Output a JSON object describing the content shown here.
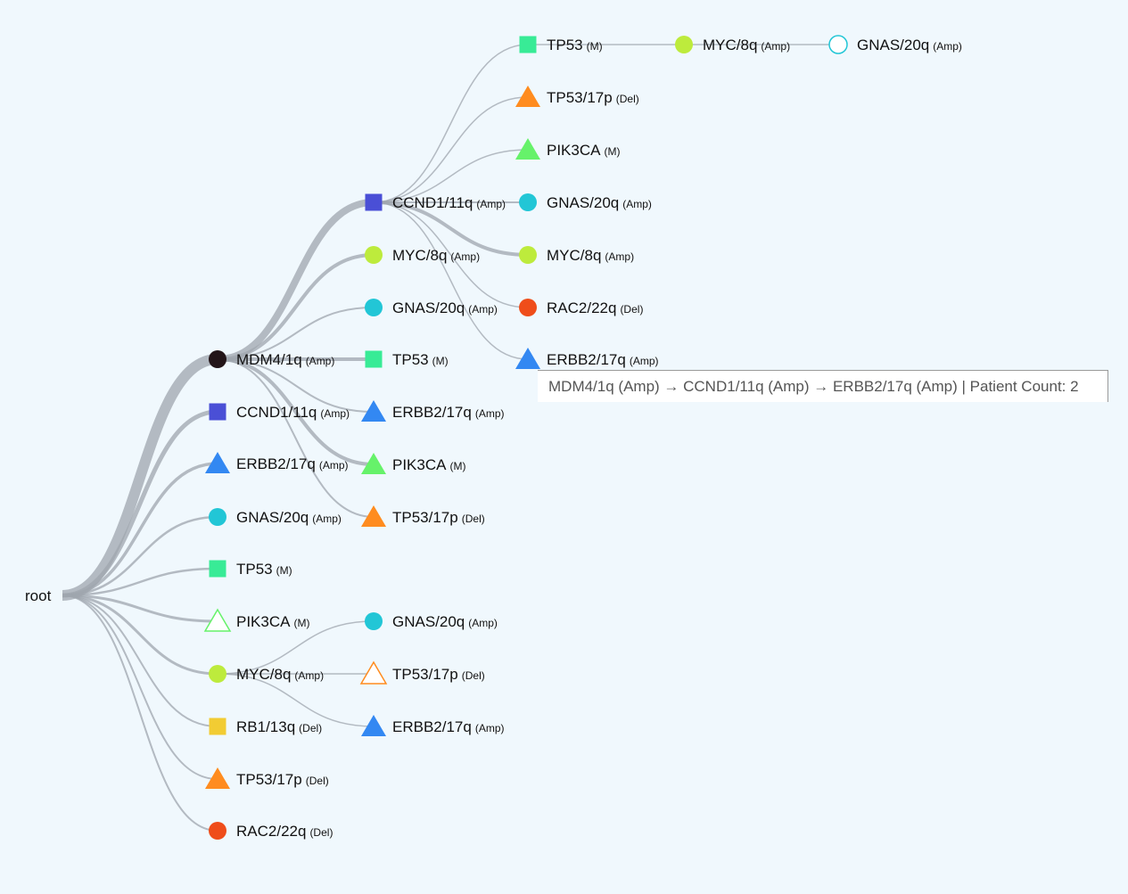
{
  "colors": {
    "edge": "#9fa6ad",
    "MDM4": "#231518",
    "CCND1": "#4a4fd6",
    "ERBB2": "#3388f2",
    "GNAS": "#22c6d6",
    "TP53": "#38eb96",
    "PIK3CA": "#66f26a",
    "MYC": "#bdeb3c",
    "RB1": "#f2cc33",
    "TP53_17p": "#ff8c1f",
    "RAC2": "#ef4d1a"
  },
  "tree": {
    "id": "root",
    "name": "root",
    "alt": "",
    "shape": "none",
    "w": 16,
    "children": [
      {
        "id": "mdm4",
        "name": "MDM4/1q",
        "alt": "(Amp)",
        "shape": "circle",
        "color": "MDM4",
        "w": 12,
        "children": [
          {
            "id": "mdm4-ccnd1",
            "name": "CCND1/11q",
            "alt": "(Amp)",
            "shape": "square",
            "color": "CCND1",
            "w": 8,
            "children": [
              {
                "id": "mdm4-ccnd1-tp53",
                "name": "TP53",
                "alt": "(M)",
                "shape": "square",
                "color": "TP53",
                "w": 1.5,
                "children": [
                  {
                    "id": "mdm4-ccnd1-tp53-myc",
                    "name": "MYC/8q",
                    "alt": "(Amp)",
                    "shape": "circle",
                    "color": "MYC",
                    "w": 1.5,
                    "children": [
                      {
                        "id": "mdm4-ccnd1-tp53-myc-gnas",
                        "name": "GNAS/20q",
                        "alt": "(Amp)",
                        "shape": "circle",
                        "color": "GNAS",
                        "hollow": true,
                        "w": 1.5
                      }
                    ]
                  }
                ]
              },
              {
                "id": "mdm4-ccnd1-tp53del",
                "name": "TP53/17p",
                "alt": "(Del)",
                "shape": "triangle",
                "color": "TP53_17p",
                "w": 1.5
              },
              {
                "id": "mdm4-ccnd1-pik3ca",
                "name": "PIK3CA",
                "alt": "(M)",
                "shape": "triangle",
                "color": "PIK3CA",
                "w": 1.5
              },
              {
                "id": "mdm4-ccnd1-gnas",
                "name": "GNAS/20q",
                "alt": "(Amp)",
                "shape": "circle",
                "color": "GNAS",
                "w": 2
              },
              {
                "id": "mdm4-ccnd1-myc",
                "name": "MYC/8q",
                "alt": "(Amp)",
                "shape": "circle",
                "color": "MYC",
                "w": 4
              },
              {
                "id": "mdm4-ccnd1-rac2",
                "name": "RAC2/22q",
                "alt": "(Del)",
                "shape": "circle",
                "color": "RAC2",
                "w": 1.5
              },
              {
                "id": "mdm4-ccnd1-erbb2",
                "name": "ERBB2/17q",
                "alt": "(Amp)",
                "shape": "triangle",
                "color": "ERBB2",
                "w": 1.5
              }
            ]
          },
          {
            "id": "mdm4-myc",
            "name": "MYC/8q",
            "alt": "(Amp)",
            "shape": "circle",
            "color": "MYC",
            "w": 4
          },
          {
            "id": "mdm4-gnas",
            "name": "GNAS/20q",
            "alt": "(Amp)",
            "shape": "circle",
            "color": "GNAS",
            "w": 2
          },
          {
            "id": "mdm4-tp53",
            "name": "TP53",
            "alt": "(M)",
            "shape": "square",
            "color": "TP53",
            "w": 4
          },
          {
            "id": "mdm4-erbb2",
            "name": "ERBB2/17q",
            "alt": "(Amp)",
            "shape": "triangle",
            "color": "ERBB2",
            "w": 2
          },
          {
            "id": "mdm4-pik3ca",
            "name": "PIK3CA",
            "alt": "(M)",
            "shape": "triangle",
            "color": "PIK3CA",
            "w": 4
          },
          {
            "id": "mdm4-tp53del",
            "name": "TP53/17p",
            "alt": "(Del)",
            "shape": "triangle",
            "color": "TP53_17p",
            "w": 2
          }
        ]
      },
      {
        "id": "ccnd1",
        "name": "CCND1/11q",
        "alt": "(Amp)",
        "shape": "square",
        "color": "CCND1",
        "w": 5
      },
      {
        "id": "erbb2",
        "name": "ERBB2/17q",
        "alt": "(Amp)",
        "shape": "triangle",
        "color": "ERBB2",
        "w": 3.5
      },
      {
        "id": "gnas",
        "name": "GNAS/20q",
        "alt": "(Amp)",
        "shape": "circle",
        "color": "GNAS",
        "w": 2.5
      },
      {
        "id": "tp53",
        "name": "TP53",
        "alt": "(M)",
        "shape": "square",
        "color": "TP53",
        "w": 2.5
      },
      {
        "id": "pik3ca",
        "name": "PIK3CA",
        "alt": "(M)",
        "shape": "triangle",
        "color": "PIK3CA",
        "hollow": true,
        "w": 3
      },
      {
        "id": "myc",
        "name": "MYC/8q",
        "alt": "(Amp)",
        "shape": "circle",
        "color": "MYC",
        "w": 3,
        "children": [
          {
            "id": "myc-gnas",
            "name": "GNAS/20q",
            "alt": "(Amp)",
            "shape": "circle",
            "color": "GNAS",
            "w": 1.5
          },
          {
            "id": "myc-tp53del",
            "name": "TP53/17p",
            "alt": "(Del)",
            "shape": "triangle",
            "color": "TP53_17p",
            "hollow": true,
            "w": 1.5
          },
          {
            "id": "myc-erbb2",
            "name": "ERBB2/17q",
            "alt": "(Amp)",
            "shape": "triangle",
            "color": "ERBB2",
            "w": 1.5
          }
        ]
      },
      {
        "id": "rb1",
        "name": "RB1/13q",
        "alt": "(Del)",
        "shape": "square",
        "color": "RB1",
        "w": 2
      },
      {
        "id": "tp53del",
        "name": "TP53/17p",
        "alt": "(Del)",
        "shape": "triangle",
        "color": "TP53_17p",
        "w": 2
      },
      {
        "id": "rac2",
        "name": "RAC2/22q",
        "alt": "(Del)",
        "shape": "circle",
        "color": "RAC2",
        "w": 2
      }
    ]
  },
  "tooltip": {
    "text": "MDM4/1q (Amp) → CCND1/11q (Amp) → ERBB2/17q (Amp) | Patient Count: 2"
  }
}
